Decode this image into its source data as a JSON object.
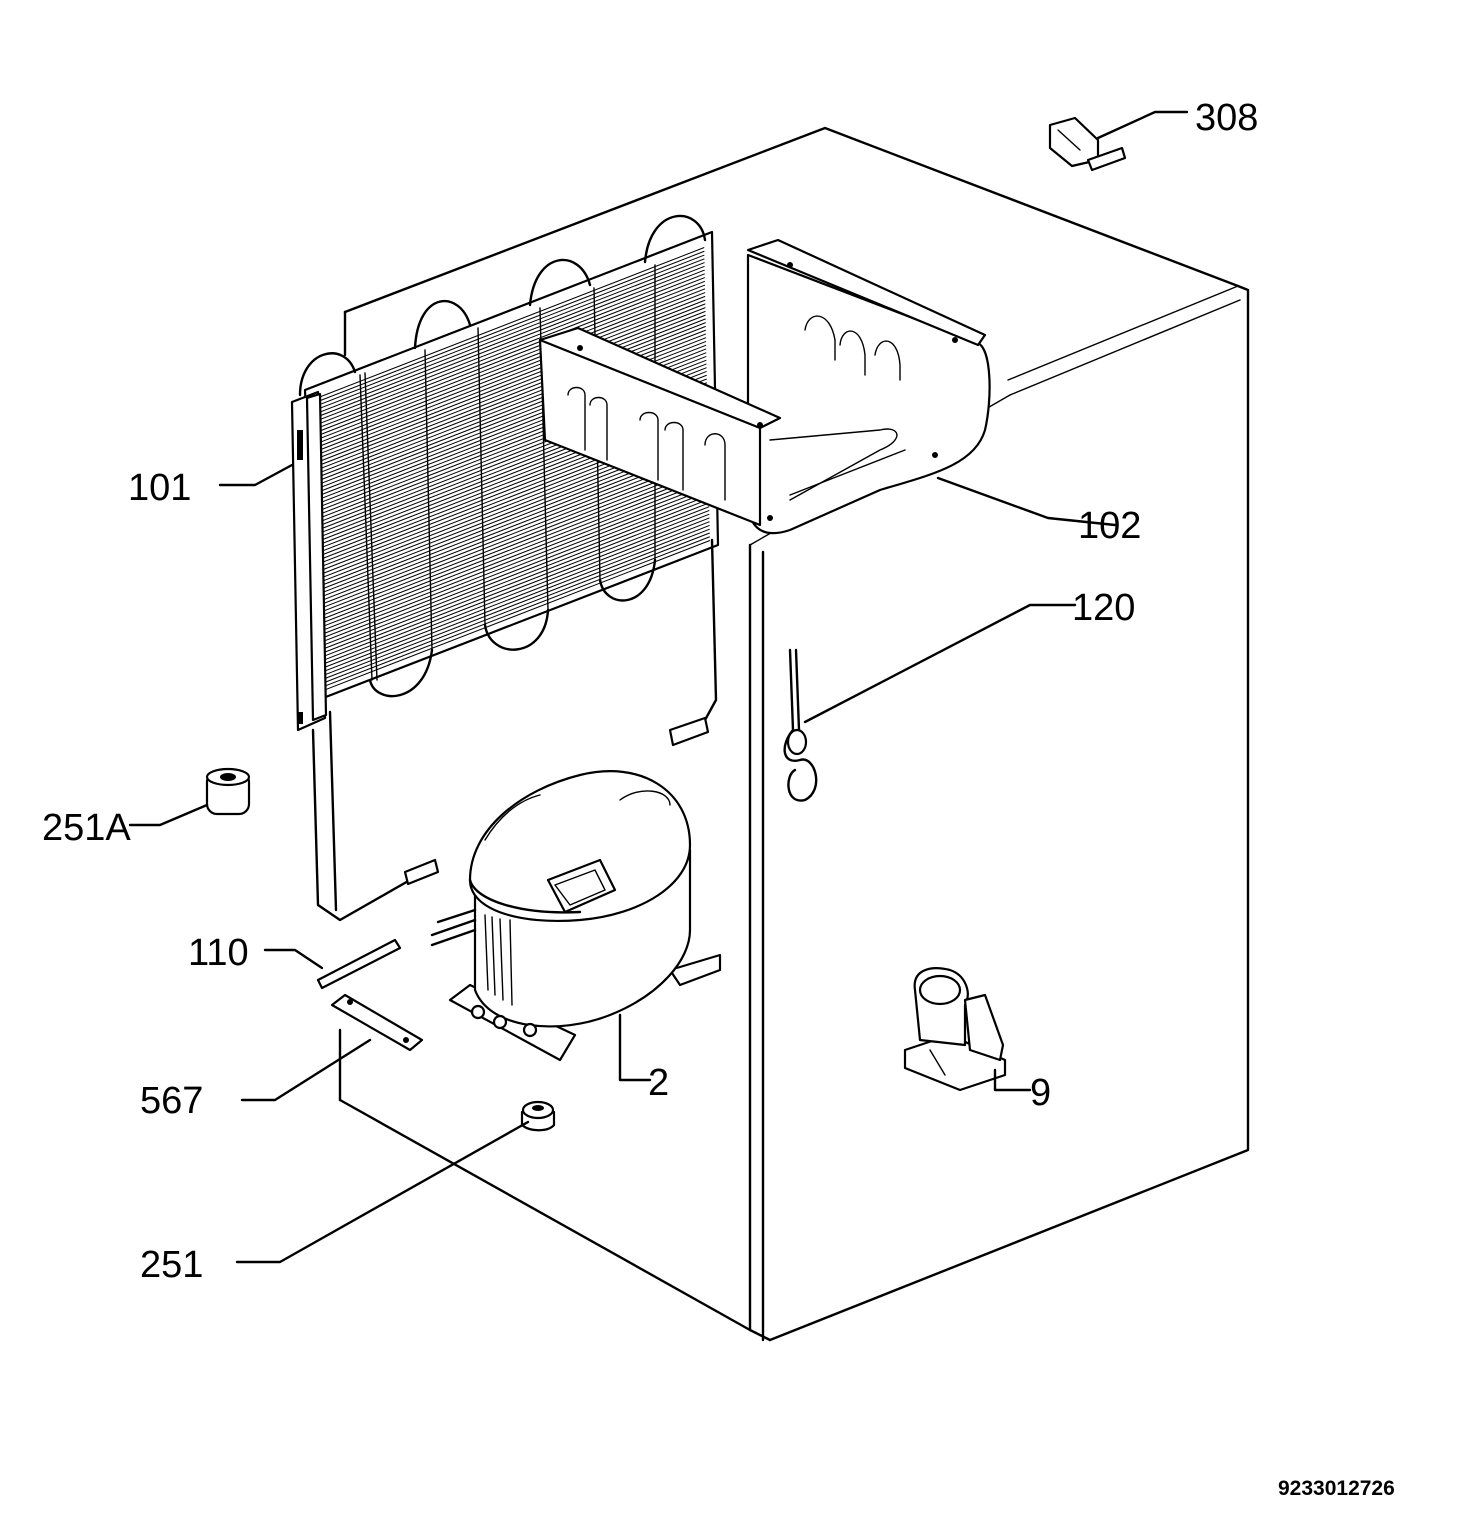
{
  "diagram": {
    "labels": [
      {
        "id": "101",
        "text": "101"
      },
      {
        "id": "102",
        "text": "102"
      },
      {
        "id": "120",
        "text": "120"
      },
      {
        "id": "308",
        "text": "308"
      },
      {
        "id": "251A",
        "text": "251A"
      },
      {
        "id": "110",
        "text": "110"
      },
      {
        "id": "567",
        "text": "567"
      },
      {
        "id": "2",
        "text": "2"
      },
      {
        "id": "9",
        "text": "9"
      },
      {
        "id": "251",
        "text": "251"
      }
    ],
    "document_number": "9233012726"
  }
}
